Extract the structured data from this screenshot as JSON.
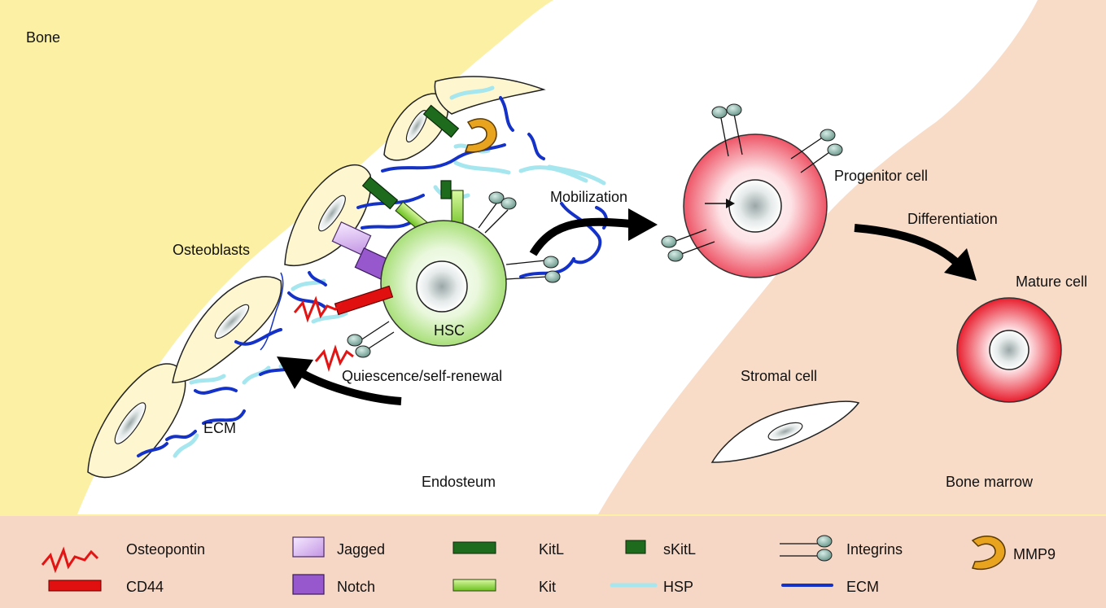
{
  "labels": {
    "bone": "Bone",
    "osteoblasts": "Osteoblasts",
    "ecm": "ECM",
    "hsc": "HSC",
    "quiescence": "Quiescence/self-renewal",
    "mobilization": "Mobilization",
    "progenitor": "Progenitor cell",
    "differentiation": "Differentiation",
    "mature": "Mature cell",
    "stromal": "Stromal cell",
    "endosteum": "Endosteum",
    "bone_marrow": "Bone marrow"
  },
  "legend": [
    {
      "key": "osteopontin",
      "label": "Osteopontin",
      "icon": "osteopontin-squiggle-icon"
    },
    {
      "key": "jagged",
      "label": "Jagged",
      "icon": "jagged-block-icon"
    },
    {
      "key": "kitl",
      "label": "KitL",
      "icon": "kitl-bar-icon"
    },
    {
      "key": "skitl",
      "label": "sKitL",
      "icon": "skitl-block-icon"
    },
    {
      "key": "integrins",
      "label": "Integrins",
      "icon": "integrin-icon"
    },
    {
      "key": "mmp9",
      "label": "MMP9",
      "icon": "mmp9-icon"
    },
    {
      "key": "cd44",
      "label": "CD44",
      "icon": "cd44-bar-icon"
    },
    {
      "key": "notch",
      "label": "Notch",
      "icon": "notch-block-icon"
    },
    {
      "key": "kit",
      "label": "Kit",
      "icon": "kit-bar-icon"
    },
    {
      "key": "hsp",
      "label": "HSP",
      "icon": "hsp-line-icon"
    },
    {
      "key": "ecm",
      "label": "ECM",
      "icon": "ecm-line-icon"
    }
  ],
  "colors": {
    "bone": "#fbf0a4",
    "marrow": "#f8dcc8",
    "legend_bg": "#f6d6c4",
    "osteoblast": "#fdf6cf",
    "hsc": "#a8df78",
    "progenitor": "#ee5567",
    "osteopontin": "#e31414",
    "cd44": "#e01010",
    "jagged": "#d8b6ee",
    "notch": "#9658cc",
    "kitl": "#1e6b1e",
    "kit": "#93dc3c",
    "hsp": "#a6e6ee",
    "ecm": "#1432c8",
    "mmp9": "#e8a41e",
    "integrin": "#7fa89c"
  }
}
